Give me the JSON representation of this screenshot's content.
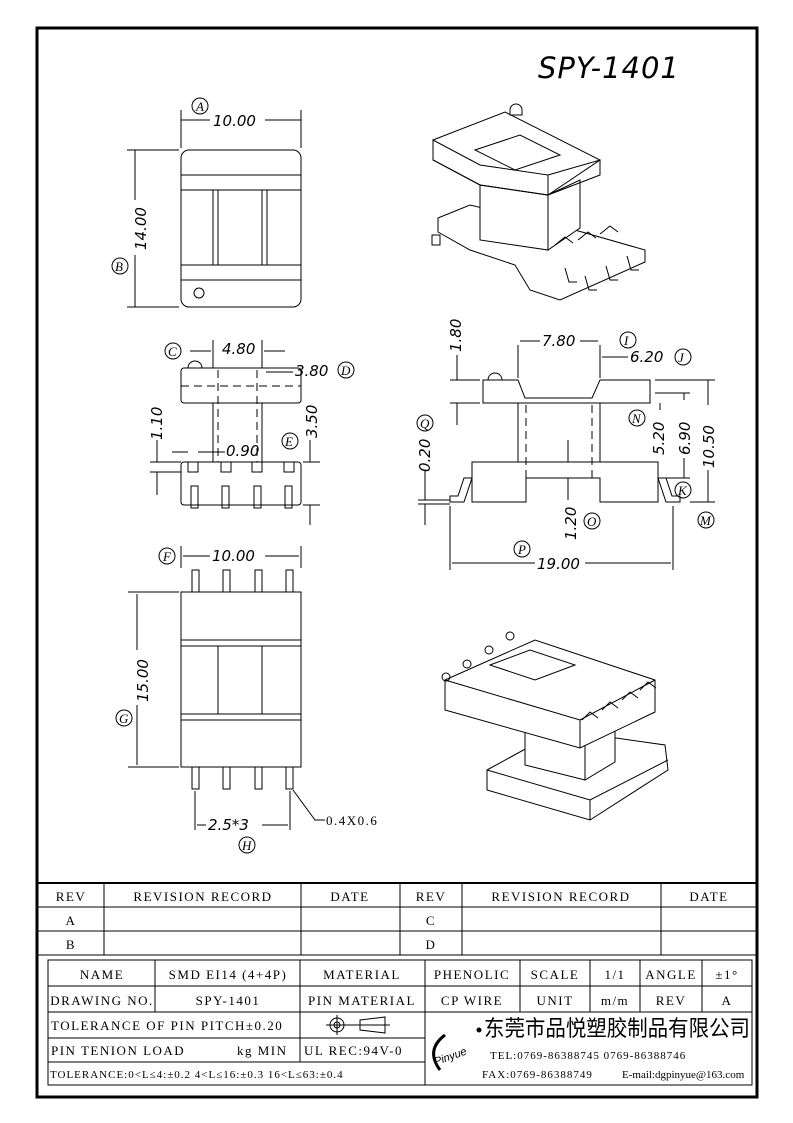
{
  "title": "SPY-1401",
  "top_view": {
    "width_dim": "10.00",
    "width_ref": "A",
    "height_dim": "14.00",
    "height_ref": "B"
  },
  "front_view": {
    "c_dim": "4.80",
    "c_ref": "C",
    "d_dim": "3.80",
    "d_ref": "D",
    "flange_dim": "1.10",
    "height_dim": "3.50",
    "pin_dim": "0.90",
    "e_ref": "E"
  },
  "bottom_view": {
    "width_dim": "10.00",
    "f_ref": "F",
    "length_dim": "15.00",
    "g_ref": "G",
    "pitch_dim": "2.5*3",
    "h_ref": "H",
    "pin_size": "0.4X0.6"
  },
  "side_view": {
    "window_dim": "7.80",
    "i_ref": "I",
    "inner_dim": "6.20",
    "j_ref": "J",
    "top_dim": "1.80",
    "total_h": "10.50",
    "h690": "6.90",
    "h520": "5.20",
    "n_ref": "N",
    "q_ref": "Q",
    "lead_dim": "0.20",
    "k_ref": "K",
    "m_ref": "M",
    "base_dim": "1.20",
    "o_ref": "O",
    "p_ref": "P",
    "length_dim": "19.00"
  },
  "revision_table": {
    "headers": [
      "REV",
      "REVISION RECORD",
      "DATE",
      "REV",
      "REVISION RECORD",
      "DATE"
    ],
    "rows": [
      [
        "A",
        "",
        "",
        "C",
        "",
        ""
      ],
      [
        "B",
        "",
        "",
        "D",
        "",
        ""
      ]
    ]
  },
  "title_block": {
    "name_label": "NAME",
    "name_value": "SMD EI14 (4+4P)",
    "material_label": "MATERIAL",
    "material_value": "PHENOLIC",
    "scale_label": "SCALE",
    "scale_value": "1/1",
    "angle_label": "ANGLE",
    "angle_value": "±1°",
    "drawing_no_label": "DRAWING NO.",
    "drawing_no_value": "SPY-1401",
    "pin_material_label": "PIN MATERIAL",
    "pin_material_value": "CP WIRE",
    "unit_label": "UNIT",
    "unit_value": "m/m",
    "rev_label": "REV",
    "rev_value": "A",
    "pitch_tolerance": "TOLERANCE OF PIN PITCH±0.20",
    "tension_label": "PIN TENION LOAD",
    "tension_unit": "kg MIN",
    "ul_rec": "UL REC:94V-0",
    "tolerance": "TOLERANCE:0<L≤4:±0.2  4<L≤16:±0.3  16<L≤63:±0.4",
    "company": "东莞市品悦塑胶制品有限公司",
    "logo": "Pinyue",
    "tel": "TEL:0769-86388745    0769-86388746",
    "fax": "FAX:0769-86388749",
    "email": "E-mail:dgpinyue@163.com"
  }
}
